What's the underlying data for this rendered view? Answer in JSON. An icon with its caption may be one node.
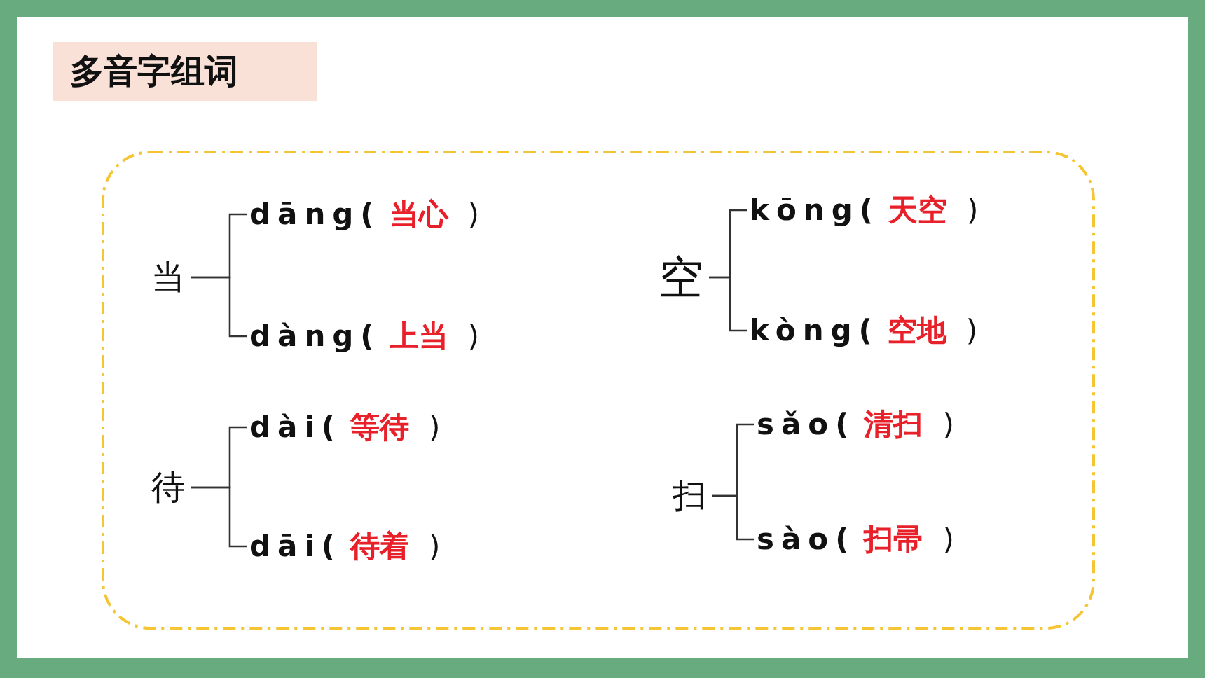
{
  "diagram": {
    "title": "多音字组词",
    "nodes": [
      {
        "text": [],
        "shape": "box"
      },
      {
        "text": [
          "当"
        ],
        "in": 0
      },
      {
        "text": [
          "dāng(",
          "当心",
          ")"
        ],
        "in": 0
      },
      {
        "text": [
          "dàng(",
          "上当",
          ")"
        ],
        "in": 0
      },
      {
        "text": [
          "空"
        ],
        "in": 0
      },
      {
        "text": [
          "kōng(",
          "天空",
          ")"
        ],
        "in": 0
      },
      {
        "text": [
          "kòng(",
          "空地",
          ")"
        ],
        "in": 0
      },
      {
        "text": [
          "待"
        ],
        "in": 0
      },
      {
        "text": [
          "dài(",
          "等待",
          ")"
        ],
        "in": 0
      },
      {
        "text": [
          "dāi(",
          "待着",
          ")"
        ],
        "in": 0
      },
      {
        "text": [
          "扫"
        ],
        "in": 0
      },
      {
        "text": [
          "sǎo(",
          "清扫",
          ")"
        ],
        "in": 0
      },
      {
        "text": [
          "sào(",
          "扫帚",
          ")"
        ],
        "in": 0
      }
    ],
    "edges": [
      {
        "from": 1,
        "to": 2,
        "arrow": "none"
      },
      {
        "from": 1,
        "to": 3,
        "arrow": "none"
      },
      {
        "from": 4,
        "to": 5,
        "arrow": "none"
      },
      {
        "from": 4,
        "to": 6,
        "arrow": "none"
      },
      {
        "from": 7,
        "to": 8,
        "arrow": "none"
      },
      {
        "from": 7,
        "to": 9,
        "arrow": "none"
      },
      {
        "from": 10,
        "to": 11,
        "arrow": "none"
      },
      {
        "from": 10,
        "to": 12,
        "arrow": "none"
      }
    ]
  }
}
